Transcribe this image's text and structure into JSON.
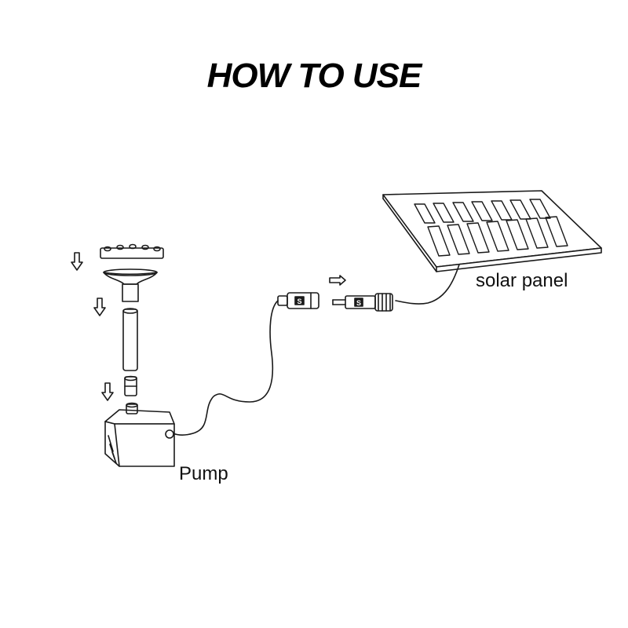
{
  "title": "HOW TO USE",
  "labels": {
    "solar_panel": "solar panel",
    "pump": "Pump"
  },
  "connector_marks": {
    "female": "S",
    "male": "S"
  },
  "colors": {
    "ink": "#1a1a1a",
    "background": "#ffffff"
  }
}
